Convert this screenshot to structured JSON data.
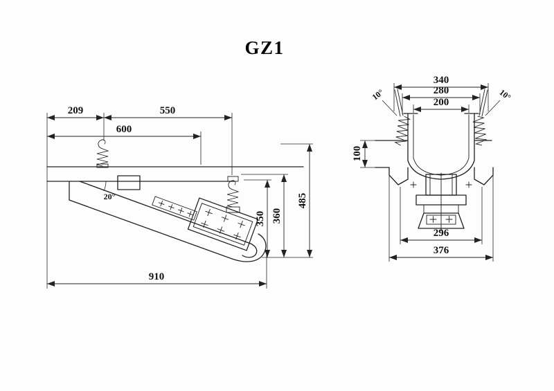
{
  "title": "GZ1",
  "side_view": {
    "dims": {
      "w209": "209",
      "w550": "550",
      "w600": "600",
      "w910": "910",
      "h485": "485",
      "h360": "360",
      "h350": "350",
      "angle": "20°"
    }
  },
  "front_view": {
    "dims": {
      "w340": "340",
      "w280": "280",
      "w200": "200",
      "h100": "100",
      "w296": "296",
      "w376": "376",
      "angle_left": "10°",
      "angle_right": "10°"
    }
  }
}
